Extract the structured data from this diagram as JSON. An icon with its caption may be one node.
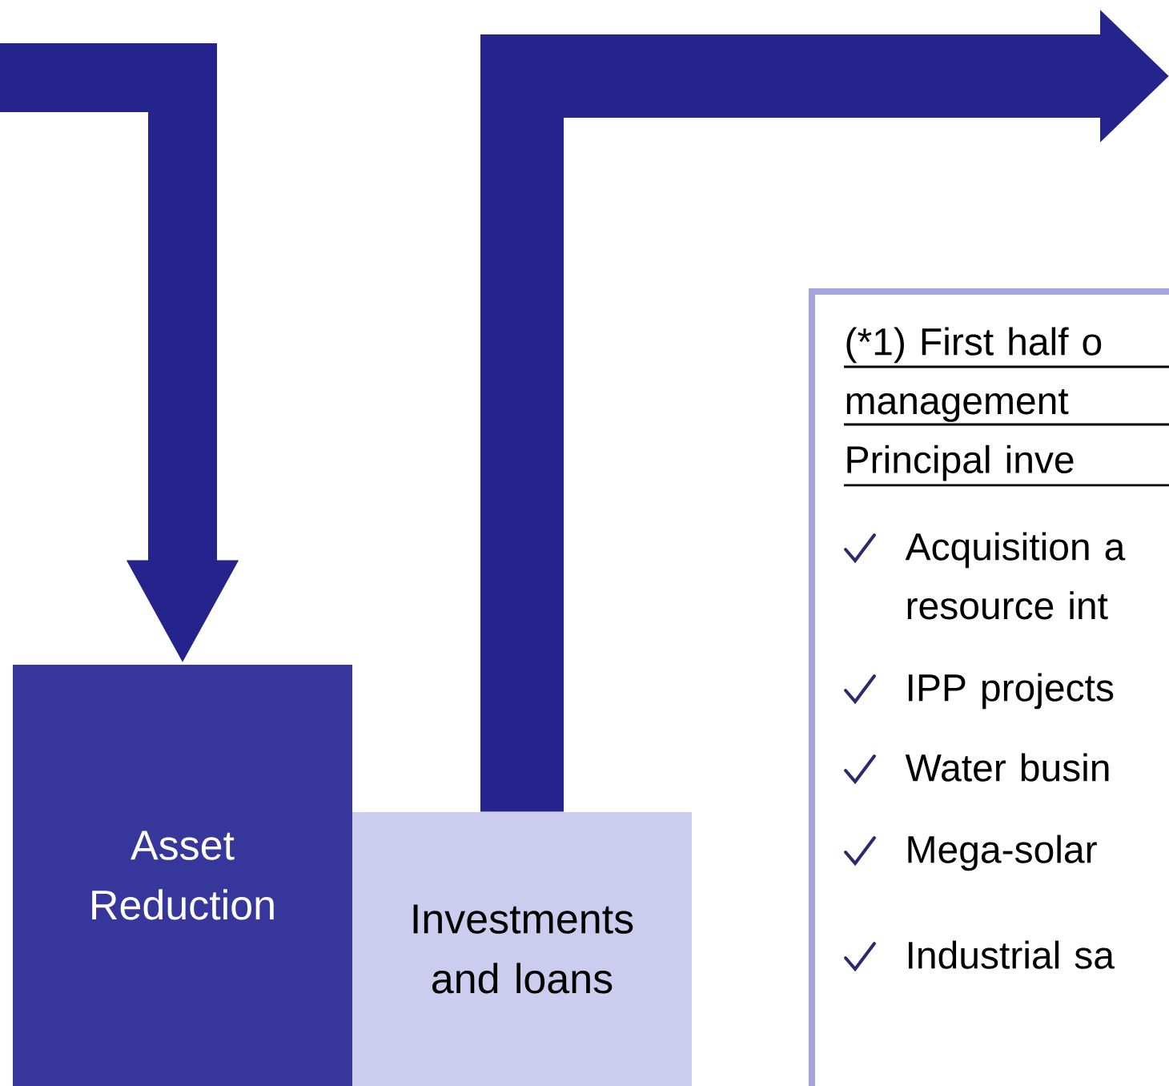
{
  "diagram": {
    "nodes": [
      {
        "text": [
          "Asset Reduction"
        ]
      },
      {
        "text": [
          "Investments and loans"
        ]
      },
      {
        "text": [
          "(*1) First half o management Principal inve",
          "Acquisition a resource int",
          "IPP projects",
          "Water busin",
          "Mega-solar",
          "Industrial sa"
        ]
      }
    ],
    "edges": [
      {
        "from": null,
        "to": 0,
        "arrow": "to"
      },
      {
        "from": 1,
        "to": null,
        "arrow": "to"
      }
    ]
  }
}
